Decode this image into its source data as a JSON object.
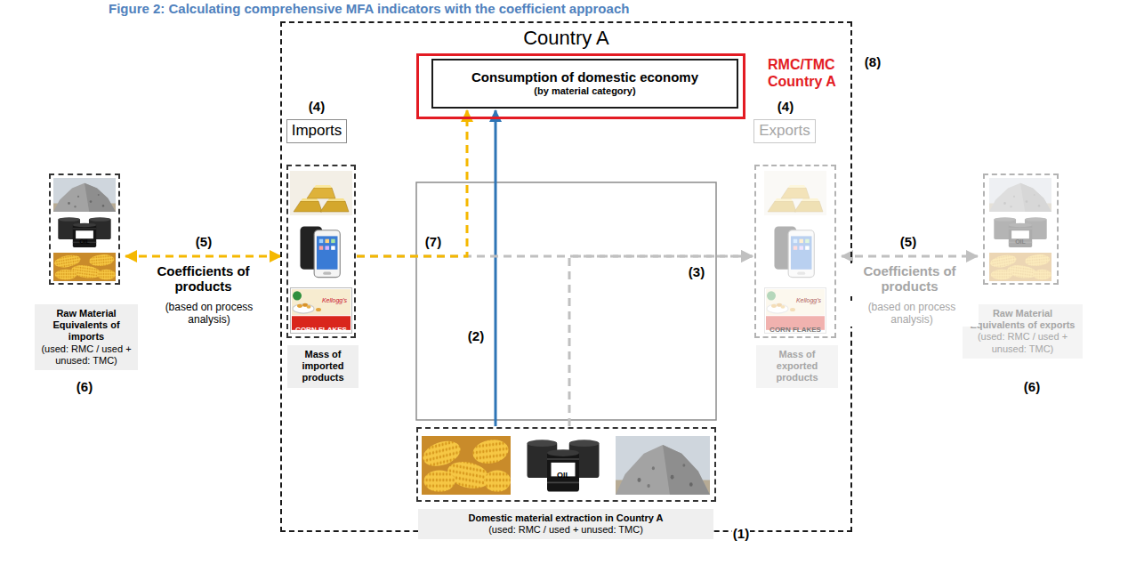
{
  "diagram": {
    "title": "Figure 2: Calculating comprehensive MFA indicators with the coefficient approach",
    "nodes": [
      {
        "text": [
          "Country A"
        ]
      },
      {
        "text": [
          "RMC/TMC Country A"
        ],
        "in": 0
      },
      {
        "text": [
          "Consumption of domestic economy",
          "(by material category)"
        ],
        "in": 1
      },
      {
        "text": [
          "Imports"
        ],
        "in": 0
      },
      {
        "text": [
          "Mass of imported products"
        ],
        "in": 0
      },
      {
        "text": [
          "Exports"
        ],
        "in": 0
      },
      {
        "text": [
          "Mass of exported products"
        ],
        "in": 0
      },
      {
        "text": [
          "Domestic material extraction in Country A",
          "(used: RMC / used + unused: TMC)"
        ],
        "in": 0
      },
      {
        "text": [
          "Raw Material Equivalents of imports",
          "(used: RMC / used + unused: TMC)"
        ]
      },
      {
        "text": [
          "Raw Material Equivalents of exports",
          "(used: RMC / used + unused: TMC)"
        ]
      }
    ],
    "edges": [
      {
        "from": 8,
        "to": 4,
        "arrow": "both",
        "label": "Coefficients of products"
      },
      {
        "from": 4,
        "to": 2,
        "arrow": "to"
      },
      {
        "from": 7,
        "to": 2,
        "arrow": "to"
      },
      {
        "from": 7,
        "to": 6,
        "arrow": "to"
      },
      {
        "from": 4,
        "to": 6,
        "arrow": "to"
      },
      {
        "from": 6,
        "to": 9,
        "arrow": "both",
        "label": "Coefficients of products"
      }
    ],
    "labels": [
      "(8)",
      "(4)",
      "(4)",
      "(5)",
      "(based on process analysis)",
      "(5)",
      "(based on process analysis)",
      "(6)",
      "(6)",
      "(7)",
      "(3)",
      "(2)",
      "(1)",
      "CORN FLAKES",
      "Kellogg's",
      "CORN FLAKES",
      "Kellogg's",
      "OIL",
      "OIL",
      "OIL"
    ]
  }
}
